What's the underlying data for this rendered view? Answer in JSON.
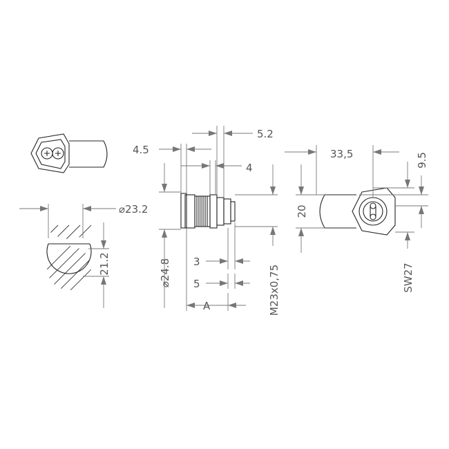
{
  "dimensions": {
    "cutout_diameter": "⌀23.2",
    "cutout_flat": "21.2",
    "dim_4_5": "4.5",
    "dim_5_2": "5.2",
    "dim_4": "4",
    "body_diameter": "⌀24.8",
    "dim_3": "3",
    "dim_5": "5",
    "length_a": "A",
    "thread": "M23x0,75",
    "cam_length": "33,5",
    "dim_9_5": "9.5",
    "cam_width": "20",
    "nut_size": "SW27"
  },
  "colors": {
    "lines": "#222222",
    "dimension_lines": "#777777",
    "text": "#555555"
  }
}
